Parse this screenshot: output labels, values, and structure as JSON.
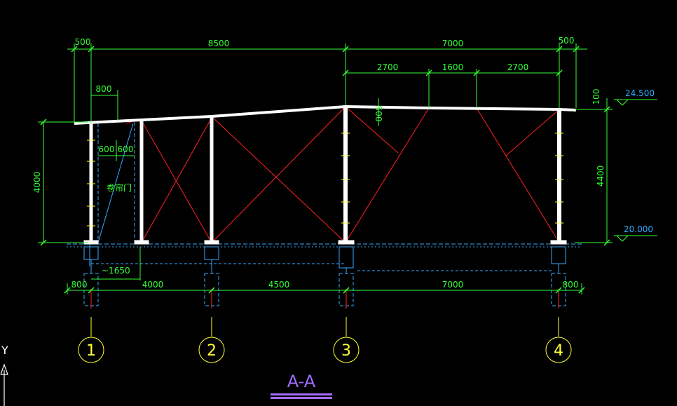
{
  "title": "A-A",
  "axis_label": "Y",
  "colors": {
    "background": "#000000",
    "dimension": "#33ff33",
    "frame": "#ffffff",
    "bracing": "#ff2222",
    "foundation": "#33aaff",
    "grid_bubble": "#ffff33",
    "title": "#a36cff"
  },
  "dimensions_top": {
    "left_overhang": "500",
    "span_1": "8500",
    "span_2": "7000",
    "right_overhang": "500",
    "sub_1": "2700",
    "sub_2": "1600",
    "sub_3": "2700"
  },
  "dimensions_left": {
    "canopy": "800",
    "door_1": "600",
    "door_2": "600",
    "height": "4000"
  },
  "dimensions_right": {
    "height": "4400",
    "ridge": "100"
  },
  "ridge_drop": "500",
  "door_label": "卷帘门",
  "elevations": {
    "top": "24.500",
    "ground": "20.000"
  },
  "dimensions_bottom": {
    "approx": "~1650",
    "left_edge": "800",
    "span_1": "4000",
    "span_2": "4500",
    "span_3": "7000",
    "right_edge": "800"
  },
  "grid_axes": [
    "1",
    "2",
    "3",
    "4"
  ]
}
